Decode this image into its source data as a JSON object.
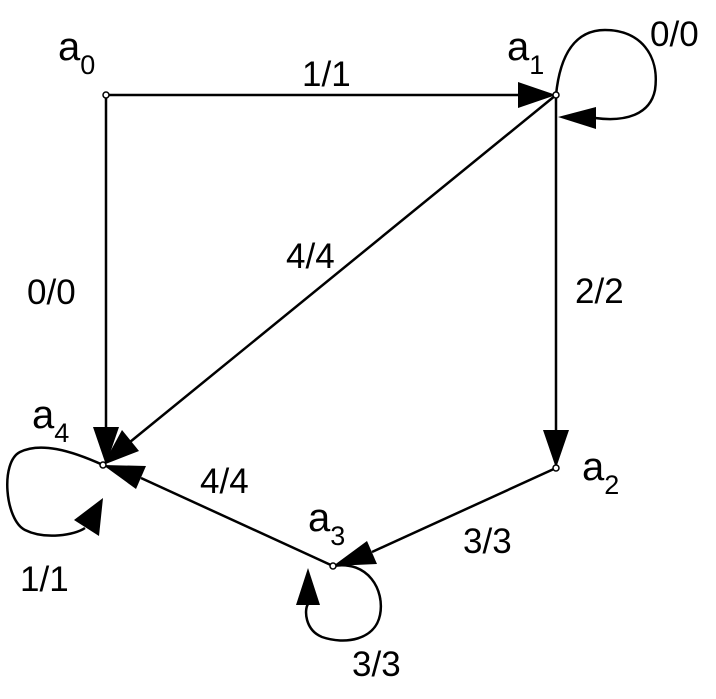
{
  "nodes": [
    {
      "id": "a0",
      "base": "a",
      "sub": "0"
    },
    {
      "id": "a1",
      "base": "a",
      "sub": "1"
    },
    {
      "id": "a2",
      "base": "a",
      "sub": "2"
    },
    {
      "id": "a3",
      "base": "a",
      "sub": "3"
    },
    {
      "id": "a4",
      "base": "a",
      "sub": "4"
    }
  ],
  "edges": [
    {
      "from": "a0",
      "to": "a1",
      "label": "1/1"
    },
    {
      "from": "a1",
      "to": "a1",
      "label": "0/0"
    },
    {
      "from": "a1",
      "to": "a4",
      "label": "4/4"
    },
    {
      "from": "a1",
      "to": "a2",
      "label": "2/2"
    },
    {
      "from": "a0",
      "to": "a4",
      "label": "0/0"
    },
    {
      "from": "a2",
      "to": "a3",
      "label": "3/3"
    },
    {
      "from": "a3",
      "to": "a4",
      "label": "4/4"
    },
    {
      "from": "a3",
      "to": "a3",
      "label": "3/3"
    },
    {
      "from": "a4",
      "to": "a4",
      "label": "1/1"
    }
  ],
  "colors": {
    "stroke": "#000000",
    "background": "#ffffff"
  }
}
